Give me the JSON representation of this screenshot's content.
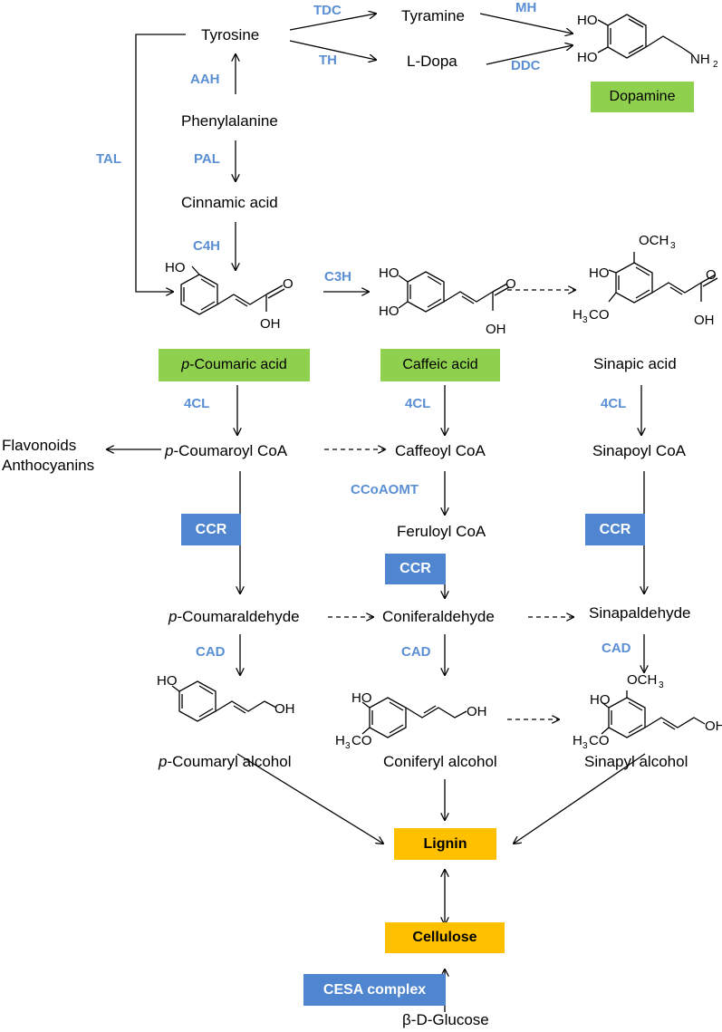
{
  "compounds": {
    "tyrosine": "Tyrosine",
    "tyramine": "Tyramine",
    "ldopa": "L-Dopa",
    "phenylalanine": "Phenylalanine",
    "cinnamic": "Cinnamic acid",
    "sinapic": "Sinapic acid",
    "flavonoids": "Flavonoids",
    "anthocyanins": "Anthocyanins",
    "coumaroyl_prefix": "p",
    "coumaroyl_rest": "-Coumaroyl CoA",
    "caffeoyl": "Caffeoyl CoA",
    "sinapoyl": "Sinapoyl CoA",
    "feruloyl": "Feruloyl CoA",
    "coumaraldehyde_prefix": "p",
    "coumaraldehyde_rest": "-Coumaraldehyde",
    "coniferaldehyde": "Coniferaldehyde",
    "sinapaldehyde": "Sinapaldehyde",
    "coumaryl_prefix": "p",
    "coumaryl_rest": "-Coumaryl alcohol",
    "coniferyl": "Coniferyl alcohol",
    "sinapyl": "Sinapyl alcohol",
    "glucose": "β-D-Glucose"
  },
  "highlight_boxes": {
    "dopamine": "Dopamine",
    "coumaric_prefix": "p",
    "coumaric_rest": "-Coumaric acid",
    "caffeic": "Caffeic acid",
    "lignin": "Lignin",
    "cellulose": "Cellulose",
    "ccr_1": "CCR",
    "ccr_2": "CCR",
    "ccr_3": "CCR",
    "cesa": "CESA complex"
  },
  "enzymes": {
    "tdc": "TDC",
    "th": "TH",
    "mh": "MH",
    "ddc": "DDC",
    "aah": "AAH",
    "tal": "TAL",
    "pal": "PAL",
    "c4h": "C4H",
    "c3h": "C3H",
    "fourcl_1": "4CL",
    "fourcl_2": "4CL",
    "fourcl_3": "4CL",
    "ccoaomt": "CCoAOMT",
    "cad_1": "CAD",
    "cad_2": "CAD",
    "cad_3": "CAD"
  },
  "structure_labels": {
    "ho": "HO",
    "oh": "OH",
    "o": "O",
    "nh": "NH",
    "sub2": "2",
    "och": "OCH",
    "sub3": "3",
    "h": "H",
    "co": "CO"
  },
  "colors": {
    "enzyme_text": "#5b8fd3",
    "green_box": "#8fd14f",
    "orange_box": "#ffc000",
    "blue_box": "#4f86cf"
  }
}
